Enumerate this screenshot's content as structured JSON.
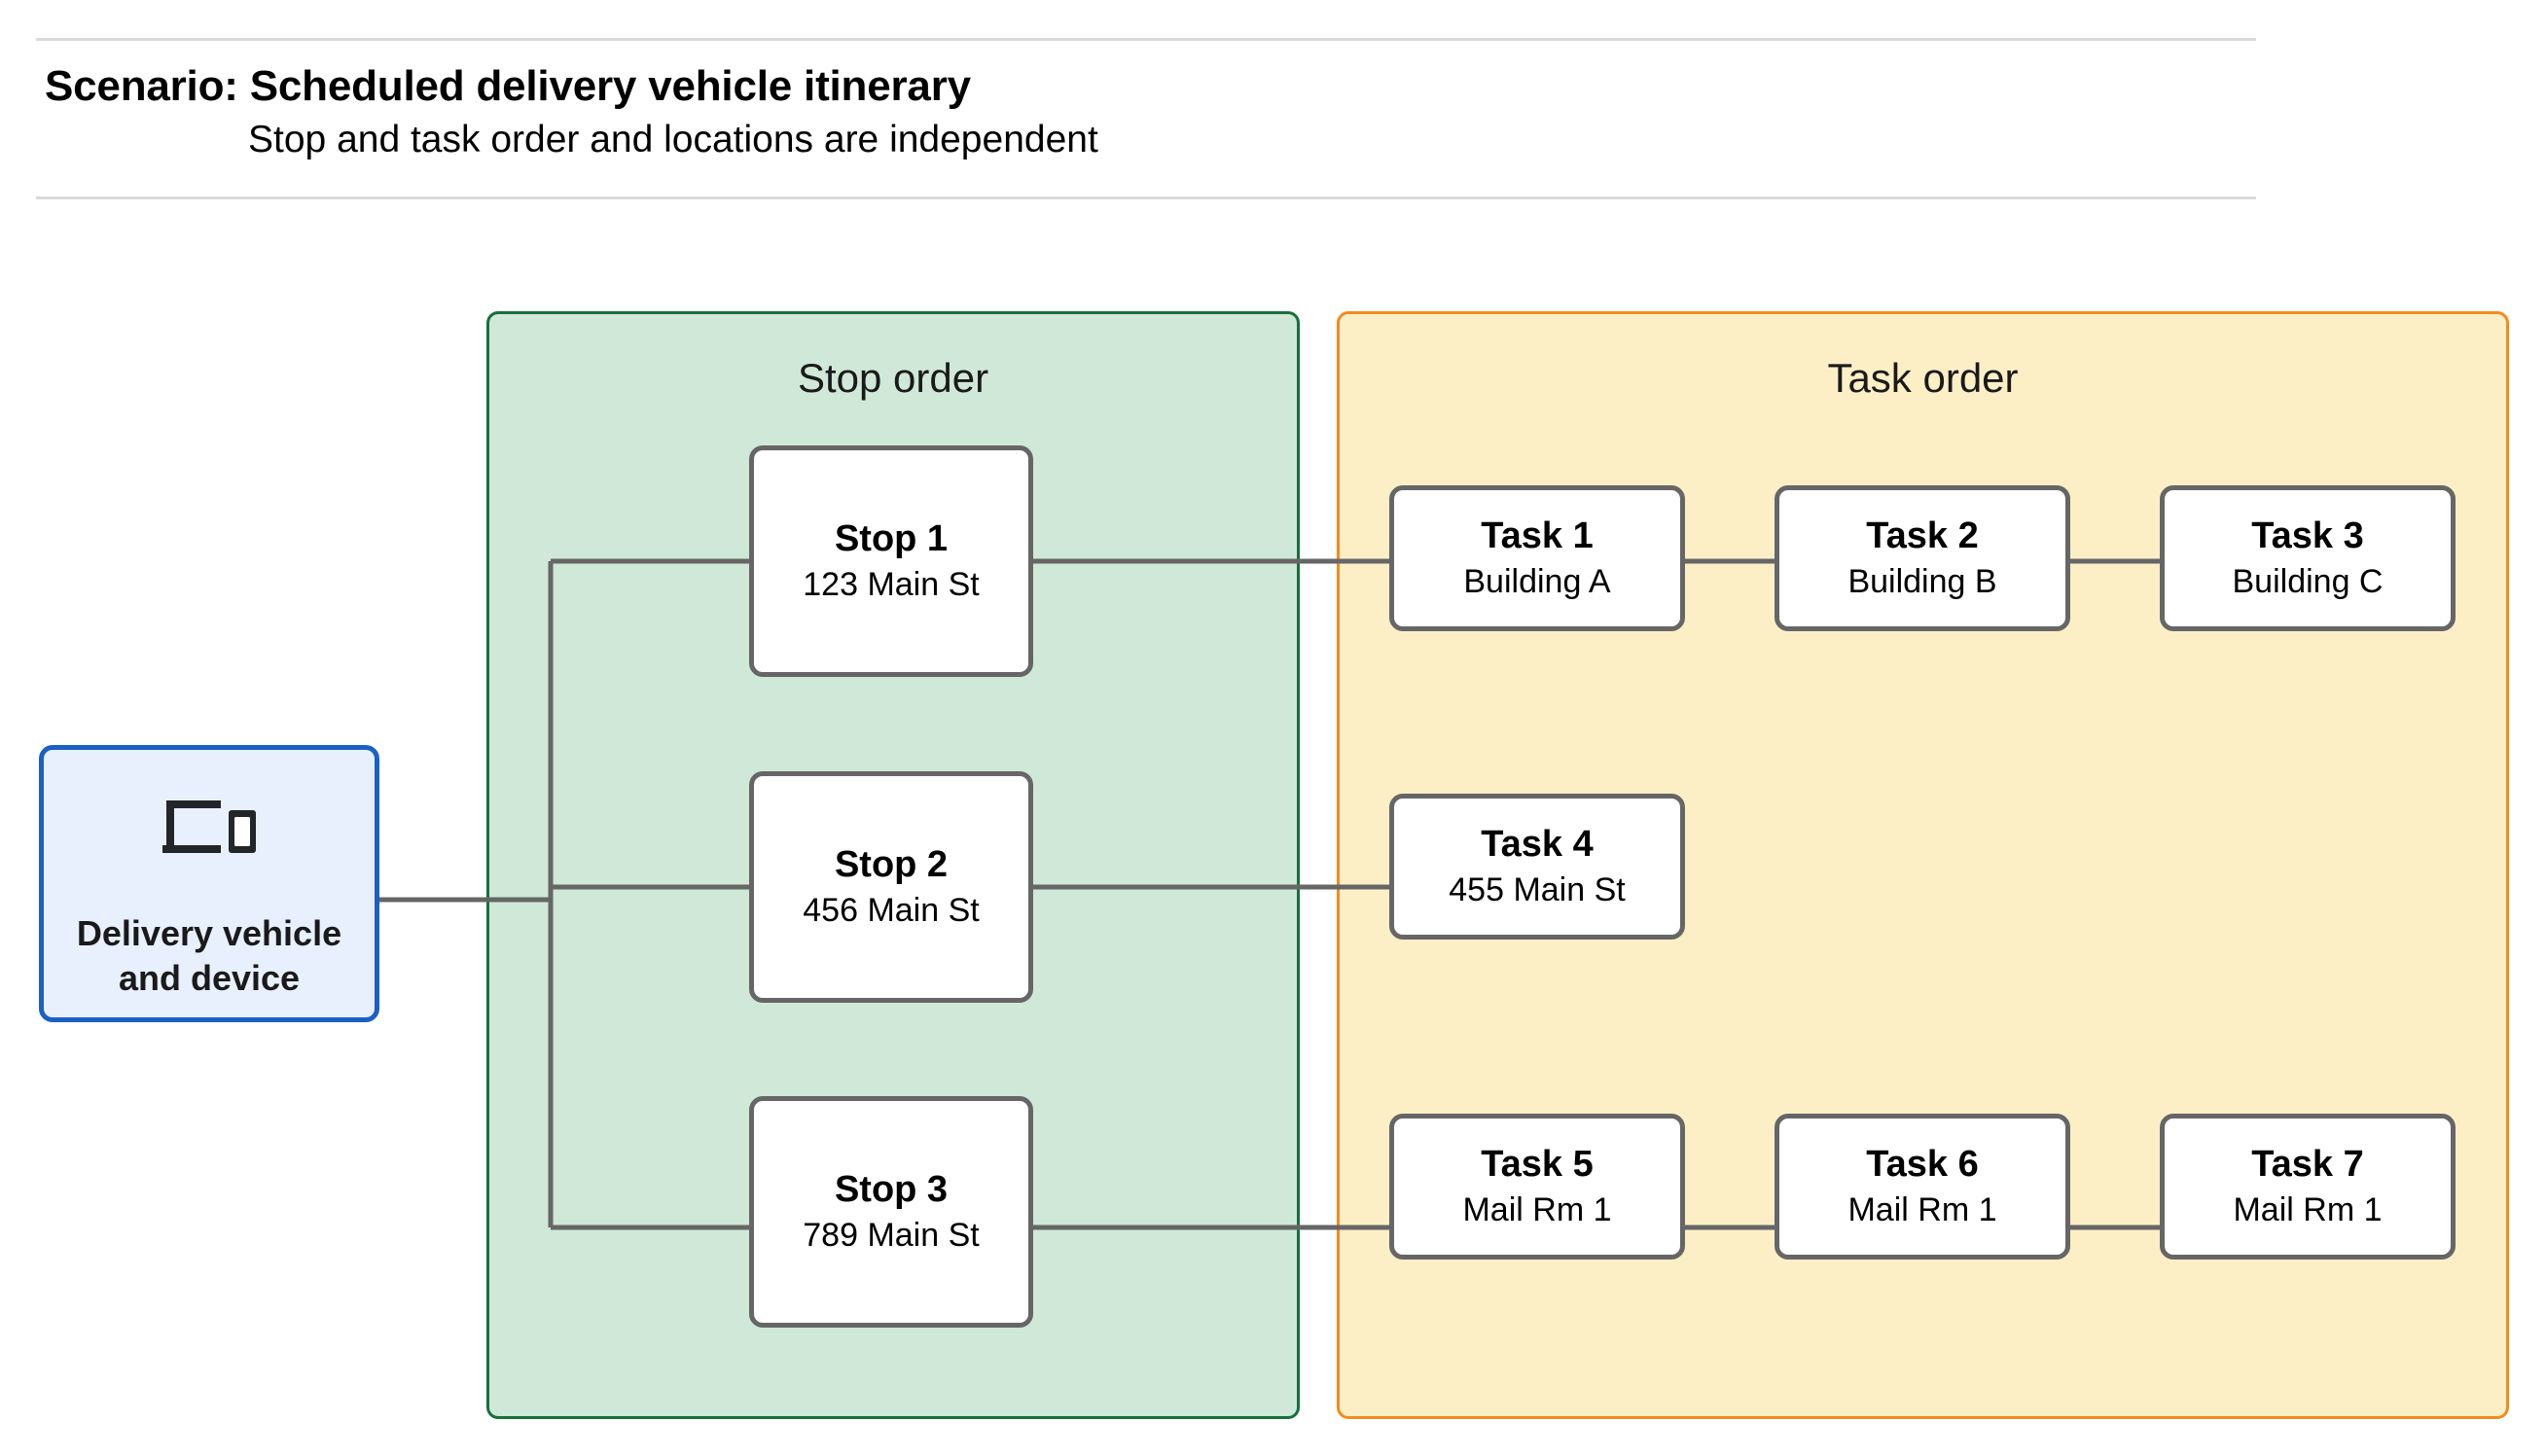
{
  "header": {
    "title": "Scenario: Scheduled delivery vehicle itinerary",
    "subtitle": "Stop and task order and locations are independent"
  },
  "vehicle": {
    "label": "Delivery vehicle\nand device",
    "icon": "devices-icon"
  },
  "stop_group": {
    "title": "Stop order",
    "fill": "#cfe8d7",
    "border": "#16703a",
    "stops": [
      {
        "title": "Stop 1",
        "address": "123 Main St"
      },
      {
        "title": "Stop 2",
        "address": "456 Main St"
      },
      {
        "title": "Stop 3",
        "address": "789 Main St"
      }
    ]
  },
  "task_group": {
    "title": "Task order",
    "fill": "#fcefc6",
    "border": "#f28b1e",
    "rows": [
      {
        "tasks": [
          {
            "title": "Task 1",
            "location": "Building A"
          },
          {
            "title": "Task 2",
            "location": "Building B"
          },
          {
            "title": "Task 3",
            "location": "Building C"
          }
        ]
      },
      {
        "tasks": [
          {
            "title": "Task 4",
            "location": "455 Main St"
          }
        ]
      },
      {
        "tasks": [
          {
            "title": "Task 5",
            "location": "Mail Rm 1"
          },
          {
            "title": "Task 6",
            "location": "Mail Rm 1"
          },
          {
            "title": "Task 7",
            "location": "Mail Rm 1"
          }
        ]
      }
    ]
  },
  "colors": {
    "connector": "#666666",
    "node_border": "#666666",
    "node_fill": "#ffffff",
    "vehicle_border": "#1a5fc4",
    "vehicle_fill": "#e8f0fe",
    "rule": "#d9d9d9"
  }
}
